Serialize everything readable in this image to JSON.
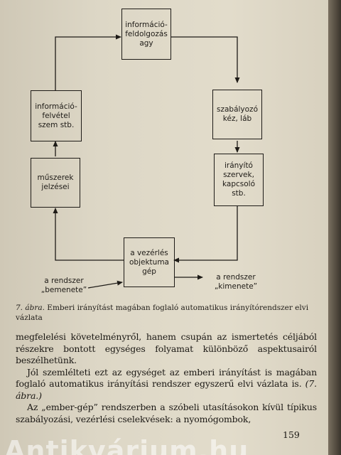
{
  "diagram": {
    "boxes": {
      "info_processing": "információ-\nfeldolgozás\nagy",
      "regulator": "szabályozó\nkéz, láb",
      "control_organs": "irányító\nszervek,\nkapcsoló\nstb.",
      "controlled_object": "a vezérlés\nobjektuma\ngép",
      "instruments": "műszerek\njelzései",
      "info_intake": "információ-\nfelvétel\nszem stb."
    },
    "input_label": "a rendszer\n„bemenete”",
    "output_label": "a rendszer\n„kimenete”"
  },
  "caption": {
    "number": "7. ábra.",
    "text": " Emberi irányítást magában foglaló automatikus irányítórendszer elvi vázlata"
  },
  "body": {
    "p1": "megfelelési követelményről, hanem csupán az ismertetés céljából részekre bontott egységes folyamat különböző aspektusairól beszélhetünk.",
    "p2": "Jól szemlélteti ezt az egységet az emberi irányítást is magában foglaló automatikus irányítási rendszer egyszerű elvi vázlata is.",
    "p2_ref": "(7. ábra.)",
    "p3": "Az „ember-gép” rendszerben a szóbeli utasításokon kívül típikus szabályozási, vezérlési cselekvések: a nyomógombok,"
  },
  "page_number": "159",
  "watermark": "Antikvárium.hu"
}
